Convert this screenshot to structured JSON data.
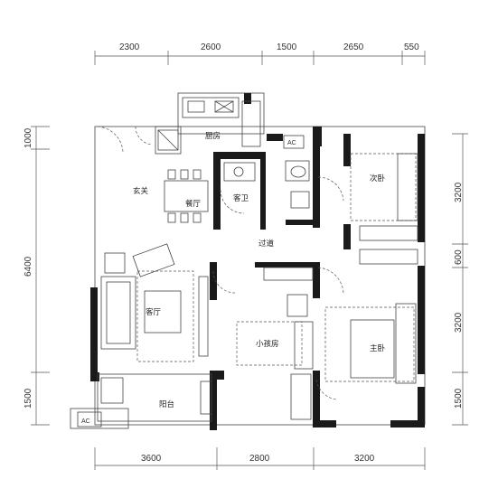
{
  "dimensions": {
    "top": [
      "2300",
      "2600",
      "1500",
      "2650",
      "550"
    ],
    "bottom": [
      "3600",
      "2800",
      "3200"
    ],
    "left": [
      "1000",
      "6400",
      "1500"
    ],
    "right": [
      "3200",
      "600",
      "3200",
      "1500"
    ]
  },
  "rooms": {
    "kitchen": "厨房",
    "entrance": "玄关",
    "dining": "餐厅",
    "guest_bath": "客卫",
    "second_bedroom": "次卧",
    "corridor": "过道",
    "living": "客厅",
    "kids_room": "小孩房",
    "master_bedroom": "主卧",
    "balcony": "阳台"
  },
  "labels": {
    "ac_left": "AC",
    "ac_top": "AC"
  }
}
